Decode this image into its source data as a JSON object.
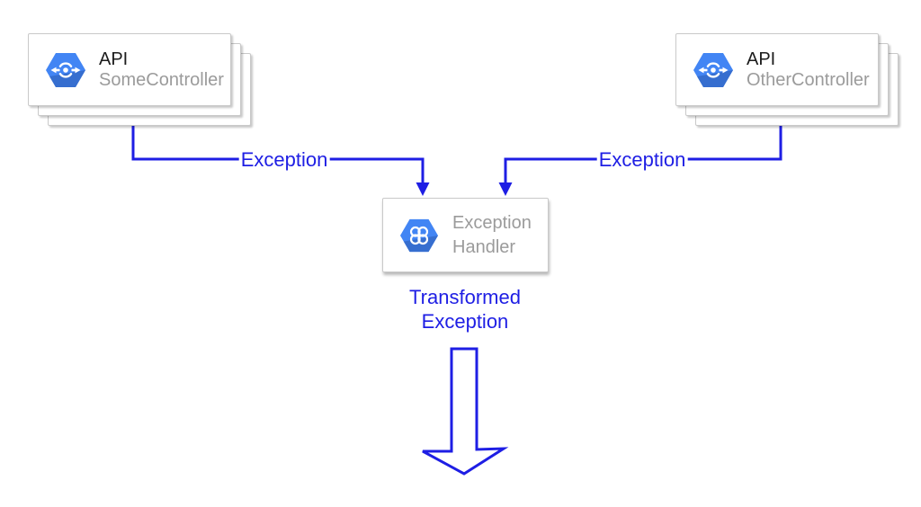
{
  "colors": {
    "arrow_blue": "#1e1ee4",
    "hex_blue": "#4285f4",
    "hex_fold": "#366ecf",
    "card_border": "#c9c9c9",
    "card_bg": "#ffffff",
    "title_text": "#1c1c1c",
    "muted_text": "#9b9b9b"
  },
  "nodes": {
    "some_controller": {
      "title": "API",
      "subtitle": "SomeController",
      "icon": "cloud-endpoints-hexagon-icon",
      "style": "stacked-card"
    },
    "other_controller": {
      "title": "API",
      "subtitle": "OtherController",
      "icon": "cloud-endpoints-hexagon-icon",
      "style": "stacked-card"
    },
    "exception_handler": {
      "title_line1": "Exception",
      "title_line2": "Handler",
      "icon": "cloud-services-hexagon-icon",
      "style": "single-card"
    }
  },
  "edges": {
    "left": {
      "label": "Exception",
      "from": "some_controller",
      "to": "exception_handler"
    },
    "right": {
      "label": "Exception",
      "from": "other_controller",
      "to": "exception_handler"
    }
  },
  "output_flow": {
    "label_line1": "Transformed",
    "label_line2": "Exception",
    "arrow": "large-outlined-down-arrow"
  }
}
